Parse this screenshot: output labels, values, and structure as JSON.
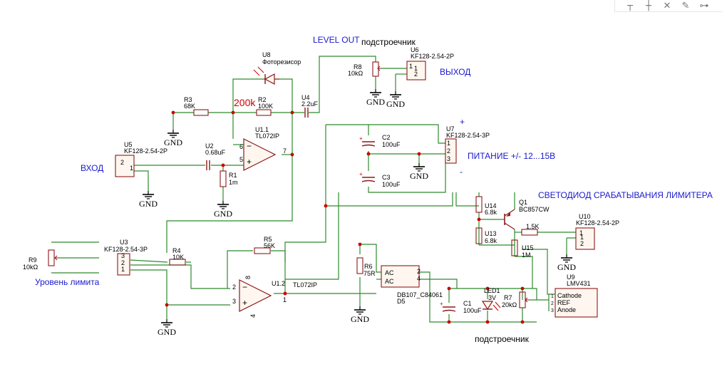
{
  "toolbar": {
    "tools": [
      {
        "icon": "pin-icon",
        "glyph": "┬"
      },
      {
        "icon": "pin-alt-icon",
        "glyph": "┼"
      },
      {
        "icon": "no-connect-icon",
        "glyph": "✕"
      },
      {
        "icon": "pencil-icon",
        "glyph": "✎"
      },
      {
        "icon": "net-label-icon",
        "glyph": "⊶"
      }
    ]
  },
  "colors": {
    "wire": "#2e8b2e",
    "body": "#8b1a1a",
    "text": "#000000",
    "label": "#1a1acd",
    "fill": "#fff7ef",
    "pin": "#8b1a1a",
    "bright": "#cc0000"
  },
  "blue_labels": {
    "level_out": "LEVEL OUT",
    "vyhod": "ВЫХОД",
    "vhod": "ВХОД",
    "pitanie": "ПИТАНИЕ +/- 12...15В",
    "plus": "+",
    "minus": "-",
    "led_title": "СВЕТОДИОД СРАБАТЫВАНИЯ ЛИМИТЕРА",
    "uroven": "Уровень лимита"
  },
  "notes": {
    "trim1": "подстроечник",
    "trim2": "подстроечник",
    "red_value": "200k"
  },
  "gnd": "GND",
  "parts": {
    "u8": {
      "ref": "U8",
      "value": "Фоторезисор"
    },
    "r3": {
      "ref": "R3",
      "value": "68K"
    },
    "r2": {
      "ref": "R2",
      "value": "100K"
    },
    "u4": {
      "ref": "U4",
      "value": "2.2uF"
    },
    "r8": {
      "ref": "R8",
      "value": "10kΩ"
    },
    "u6": {
      "ref": "U6",
      "value": "KF128-2.54-2P",
      "pins": [
        "1",
        "1",
        "2"
      ]
    },
    "u11": {
      "ref": "U1.1",
      "value": "TL072IP",
      "pins": [
        "6",
        "5",
        "7"
      ]
    },
    "u5": {
      "ref": "U5",
      "value": "KF128-2.54-2P",
      "pins": [
        "2",
        "1"
      ]
    },
    "u2": {
      "ref": "U2",
      "value": "0.68uF"
    },
    "r1": {
      "ref": "R1",
      "value": "1m"
    },
    "c2": {
      "ref": "C2",
      "value": "100uF"
    },
    "c3": {
      "ref": "C3",
      "value": "100uF"
    },
    "u7": {
      "ref": "U7",
      "value": "KF128-2.54-3P",
      "pins": [
        "1",
        "2",
        "3"
      ]
    },
    "u3": {
      "ref": "U3",
      "value": "KF128-2.54-3P",
      "pins": [
        "3",
        "2",
        "1"
      ]
    },
    "r9": {
      "ref": "R9",
      "value": "10kΩ"
    },
    "r4": {
      "ref": "R4",
      "value": "10K"
    },
    "r5": {
      "ref": "R5",
      "value": "56K"
    },
    "u12": {
      "ref": "U1.2",
      "value": "TL072IP",
      "pins": [
        "8",
        "2",
        "3",
        "4",
        "1"
      ]
    },
    "r6": {
      "ref": "R6",
      "value": "75R"
    },
    "d5": {
      "ref": "D5",
      "value": "DB107_C84061",
      "pins": [
        "AC",
        "AC",
        "2",
        "4"
      ]
    },
    "led1": {
      "ref": "LED1",
      "value": "3V"
    },
    "c1": {
      "ref": "C1",
      "value": "100uF"
    },
    "r7": {
      "ref": "R7",
      "value": "20kΩ"
    },
    "u14": {
      "ref": "U14",
      "value": "6.8k"
    },
    "u13": {
      "ref": "U13",
      "value": "6.8k"
    },
    "q1": {
      "ref": "Q1",
      "value": "BC857CW"
    },
    "r15k": {
      "value": "1.5K"
    },
    "u15": {
      "ref": "U15",
      "value": "1M"
    },
    "u10": {
      "ref": "U10",
      "value": "KF128-2.54-2P",
      "pins": [
        "1",
        "1",
        "2"
      ]
    },
    "u9": {
      "ref": "U9",
      "value": "LMV431",
      "pins": [
        "Cathode",
        "REF",
        "Anode",
        "1",
        "2",
        "3"
      ]
    }
  }
}
